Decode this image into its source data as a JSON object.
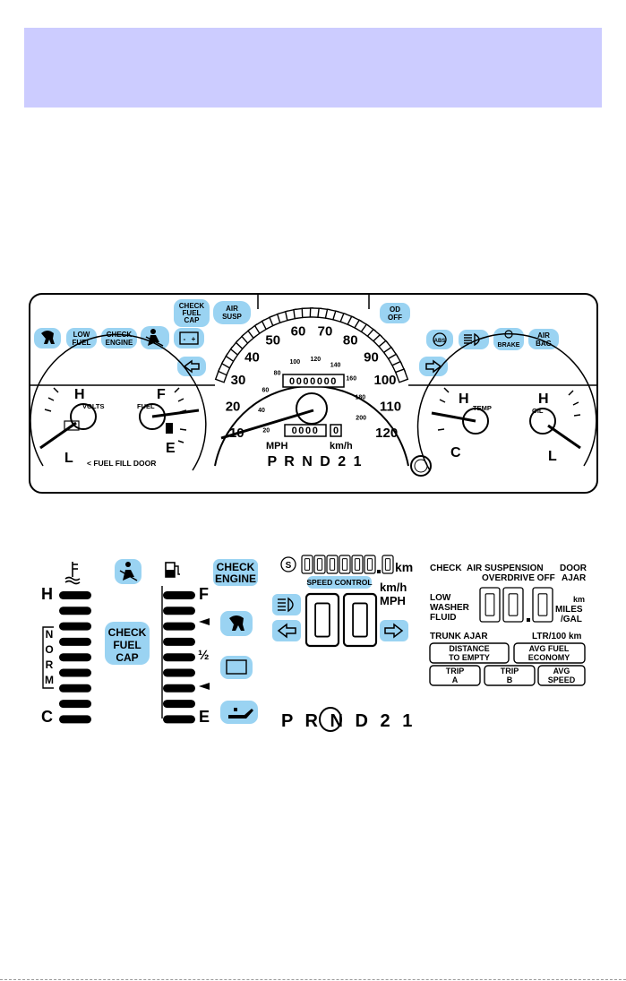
{
  "cluster_top": {
    "indicators_left": [
      "LOW\nFUEL",
      "CHECK\nENGINE",
      "CHECK\nFUEL\nCAP",
      "AIR\nSUSP"
    ],
    "indicators_right": [
      "OD\nOFF",
      "BRAKE",
      "AIR\nBAG"
    ],
    "abs_label": "ABS",
    "volts_label": "VOLTS",
    "fuel_label": "FUEL",
    "temp_label": "TEMP",
    "oil_label": "OIL",
    "fuel_door": "< FUEL FILL DOOR",
    "mph_label": "MPH",
    "kmh_label": "km/h",
    "prnd": "P R N D 2 1",
    "odometer": "0000000",
    "trip": "0000",
    "trip_last": "0",
    "mph_ticks": [
      "10",
      "20",
      "30",
      "40",
      "50",
      "60",
      "70",
      "80",
      "90",
      "100",
      "110",
      "120"
    ],
    "kmh_ticks": [
      "20",
      "40",
      "60",
      "80",
      "100",
      "120",
      "140",
      "160",
      "180",
      "200"
    ],
    "letters": {
      "volts_h": "H",
      "volts_l": "L",
      "fuel_f": "F",
      "fuel_e": "E",
      "temp_h": "H",
      "temp_c": "C",
      "oil_h": "H",
      "oil_l": "L"
    }
  },
  "cluster_bottom": {
    "temp_h": "H",
    "temp_c": "C",
    "norm": [
      "N",
      "O",
      "R",
      "M"
    ],
    "check_fuel_cap": [
      "CHECK",
      "FUEL",
      "CAP"
    ],
    "fuel_f": "F",
    "fuel_half": "½",
    "fuel_e": "E",
    "check_engine": [
      "CHECK",
      "ENGINE"
    ],
    "odometer_digits": "000000.0",
    "km": "km",
    "speed_control": "SPEED CONTROL",
    "kmh": "km/h",
    "mph": "MPH",
    "speed_digits": "00",
    "prnd": "P R N D 2 1",
    "msg_check": "CHECK",
    "msg_air_susp": "AIR SUSPENSION",
    "msg_overdrive": "OVERDRIVE OFF",
    "msg_door": "DOOR",
    "msg_ajar": "AJAR",
    "msg_low": "LOW",
    "msg_washer": "WASHER",
    "msg_fluid": "FLUID",
    "msg_digits": "00.0",
    "msg_km": "km",
    "msg_miles": "MILES",
    "msg_gal": "/GAL",
    "msg_trunk": "TRUNK AJAR",
    "msg_ltr": "LTR/100 km",
    "btn_dte": [
      "DISTANCE",
      "TO EMPTY"
    ],
    "btn_avg_fuel": [
      "AVG FUEL",
      "ECONOMY"
    ],
    "btn_trip_a": [
      "TRIP",
      "A"
    ],
    "btn_trip_b": [
      "TRIP",
      "B"
    ],
    "btn_avg_speed": [
      "AVG",
      "SPEED"
    ]
  },
  "colors": {
    "header": "#ccccff",
    "pill": "#9ad3f2",
    "ink": "#000000"
  }
}
